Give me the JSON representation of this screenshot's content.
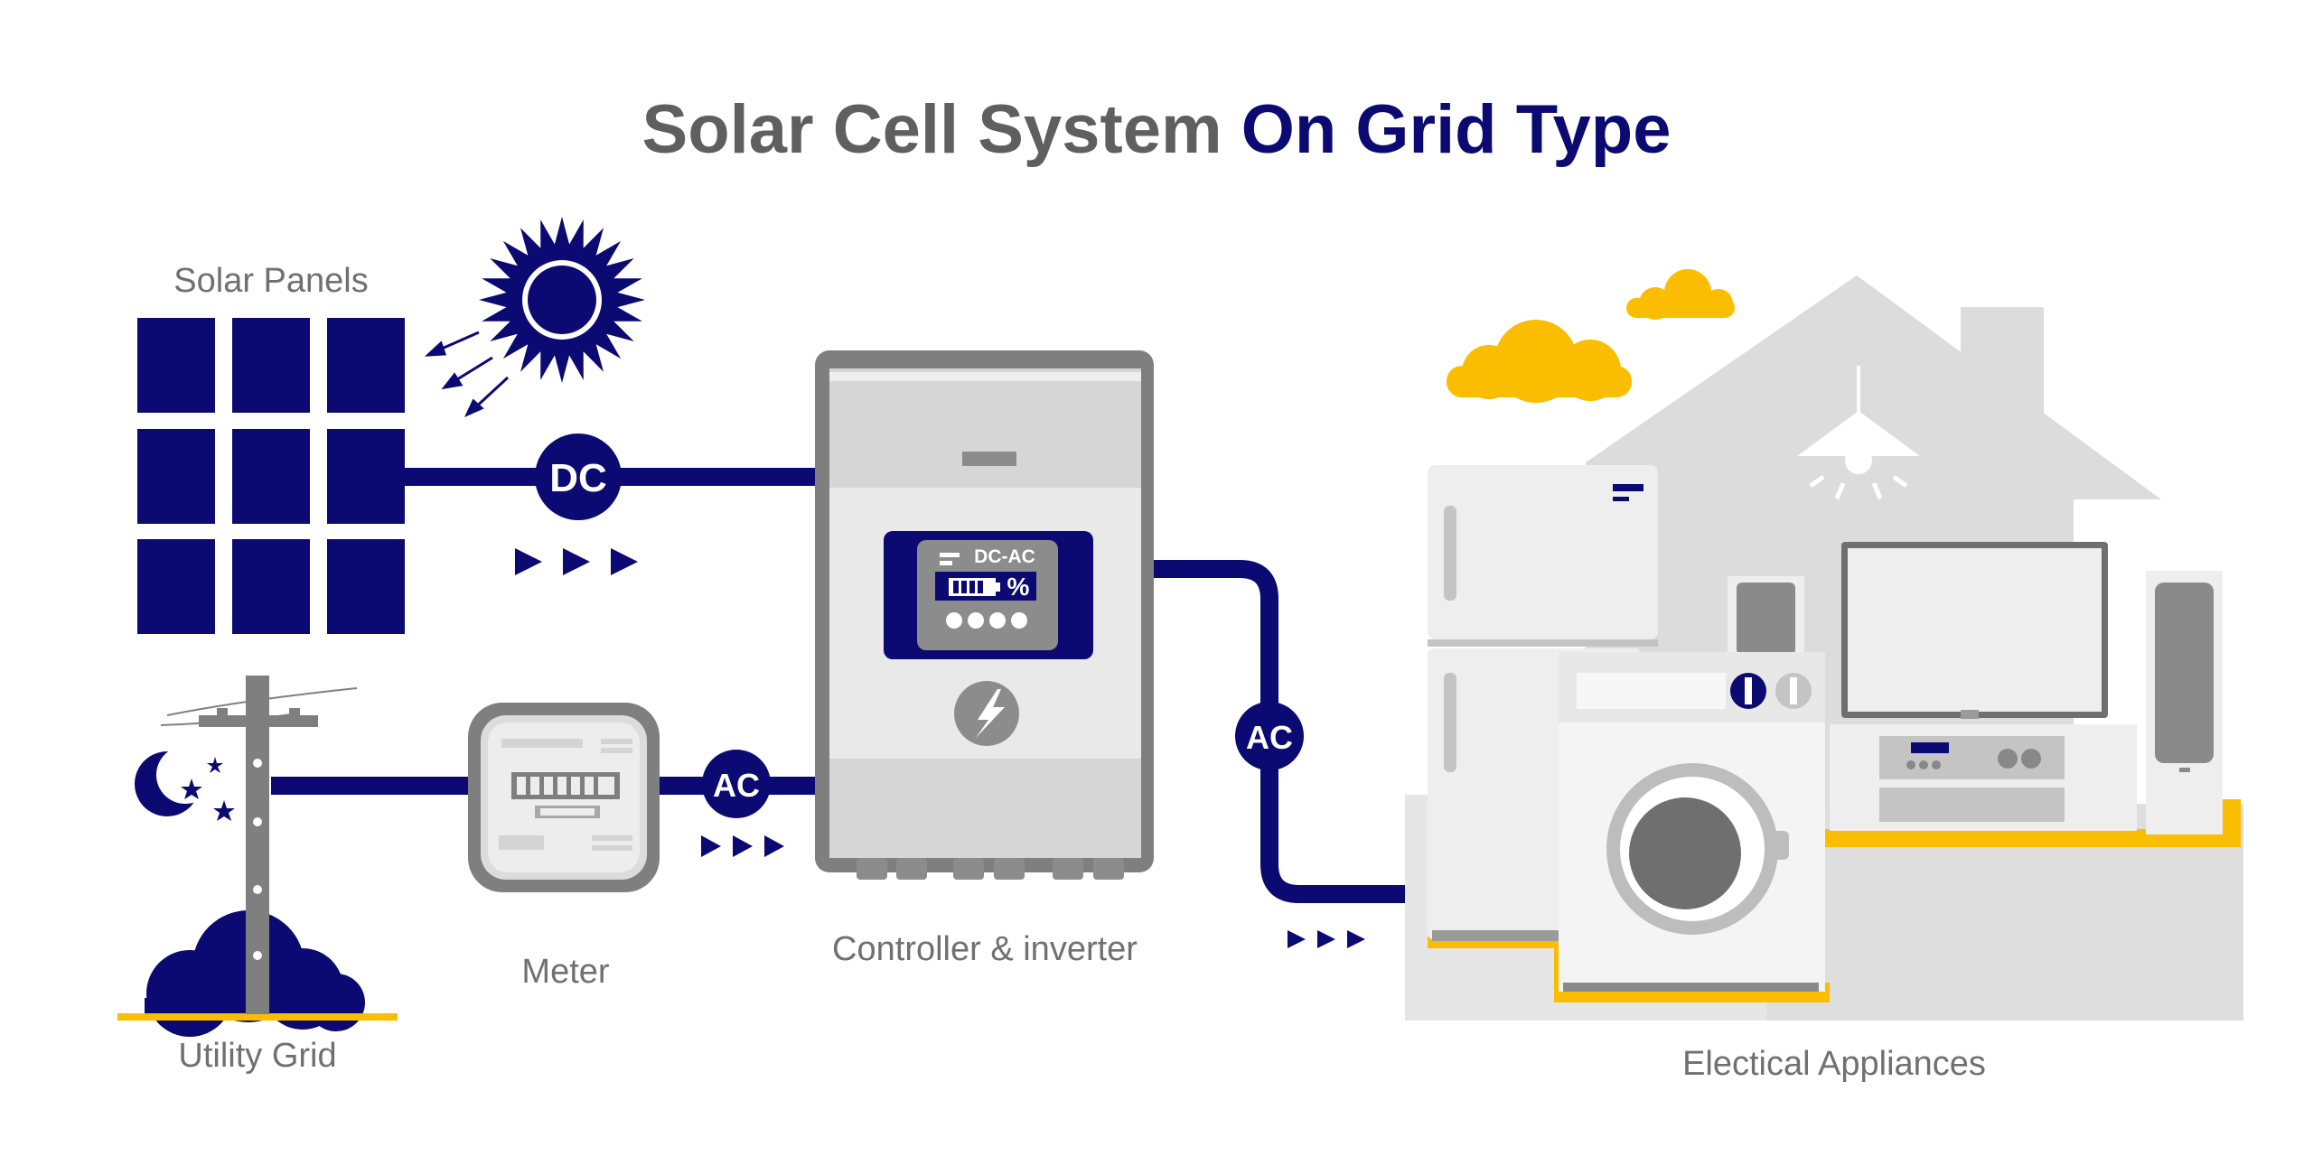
{
  "title": {
    "part1": "Solar Cell System",
    "part2": "On Grid Type"
  },
  "labels": {
    "solar_panels": "Solar Panels",
    "utility_grid": "Utility Grid",
    "meter": "Meter",
    "controller": "Controller & inverter",
    "appliances": "Electical Appliances"
  },
  "badges": {
    "dc": "DC",
    "ac_meter": "AC",
    "ac_house": "AC"
  },
  "inverter_screen": {
    "mode": "DC-AC",
    "percent": "%"
  },
  "colors": {
    "navy": "#0b0a73",
    "gray_text": "#5f5f5f",
    "label_gray": "#707070",
    "yellow": "#fbbd00",
    "light_gray": "#dedede"
  },
  "icons": [
    "sun-icon",
    "moon-icon",
    "star-icon",
    "cloud-icon",
    "lightning-icon",
    "battery-icon",
    "lamp-icon"
  ]
}
